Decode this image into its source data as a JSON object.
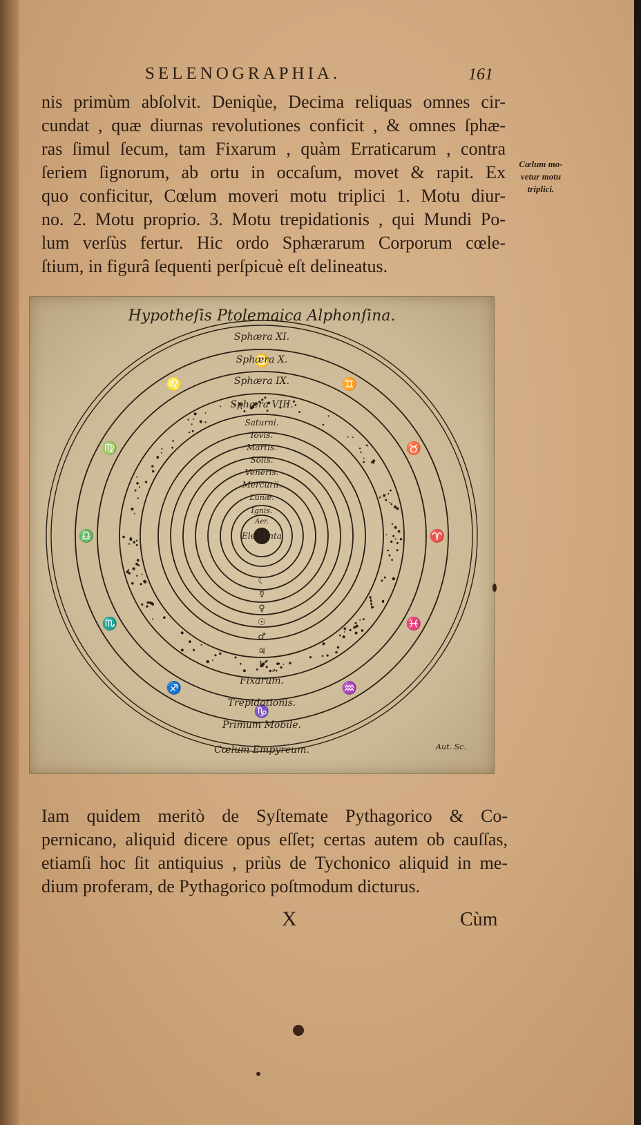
{
  "header": {
    "running_title": "SELENOGRAPHIA.",
    "page_number": "161"
  },
  "paragraph_1": [
    "nis primùm abſolvit.   Deniqùe, Decima reliquas omnes cir-",
    "cundat , quæ diurnas revolutiones conficit , & omnes ſphæ-",
    "ras ſimul ſecum, tam Fixarum ,  quàm Erraticarum , contra",
    "ſeriem ſignorum, ab ortu in occaſum, movet & rapit.   Ex",
    "quo conficitur, Cœlum moveri motu triplici  1.  Motu diur-",
    "no.   2. Motu proprio.  3. Motu trepidationis , qui Mundi Po-",
    "lum verſùs fertur.   Hic ordo Sphærarum Corporum cœle-",
    "ſtium, in figurâ ſequenti perſpicuè eſt delineatus."
  ],
  "margin_note": [
    "Cœlum mo-",
    "vetur motu",
    "triplici."
  ],
  "figure": {
    "title": "Hypotheſis Ptolemaica Alphonſina.",
    "sphere_labels": [
      "Sphæra XI.",
      "Sphæra X.",
      "Sphæra IX.",
      "Sphæra VIII."
    ],
    "planet_labels": [
      "Saturni.",
      "Iovis.",
      "Martis.",
      "Solis.",
      "Veneris.",
      "Mercurii.",
      "Lunæ.",
      "Ignis.",
      "Aer."
    ],
    "center_label": "Elementa",
    "lower_labels": [
      "Fixarum.",
      "Trepidationis.",
      "Primum Mobile.",
      "Cœlum Empyreum."
    ],
    "signature": "Aut. Sc."
  },
  "paragraph_2": [
    "Iam quidem meritò de Syſtemate Pythagorico & Co-",
    "pernicano, aliquid dicere opus eſſet; certas autem ob cauſſas,",
    "etiamſi hoc ſit antiquius , priùs de Tychonico aliquid in me-",
    "dium proferam, de Pythagorico poſtmodum dicturus."
  ],
  "footer": {
    "signature_mark": "X",
    "catchword": "Cùm"
  }
}
